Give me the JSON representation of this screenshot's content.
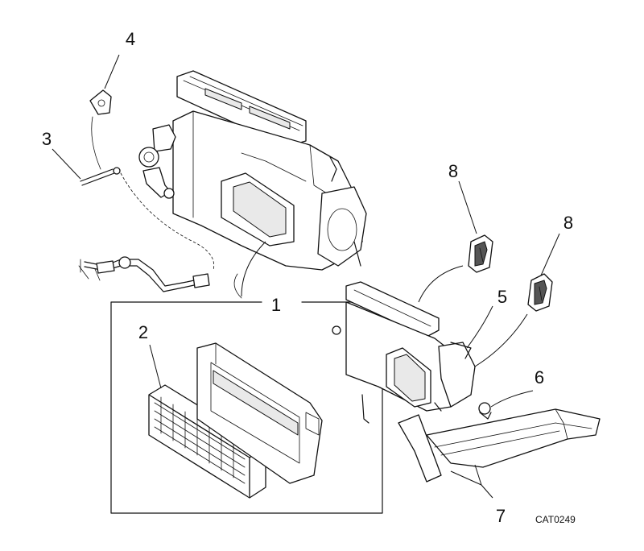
{
  "callouts": {
    "c1": "1",
    "c2": "2",
    "c3": "3",
    "c4": "4",
    "c5": "5",
    "c6": "6",
    "c7": "7",
    "c8a": "8",
    "c8b": "8"
  },
  "catalog_ref": "CAT0249"
}
